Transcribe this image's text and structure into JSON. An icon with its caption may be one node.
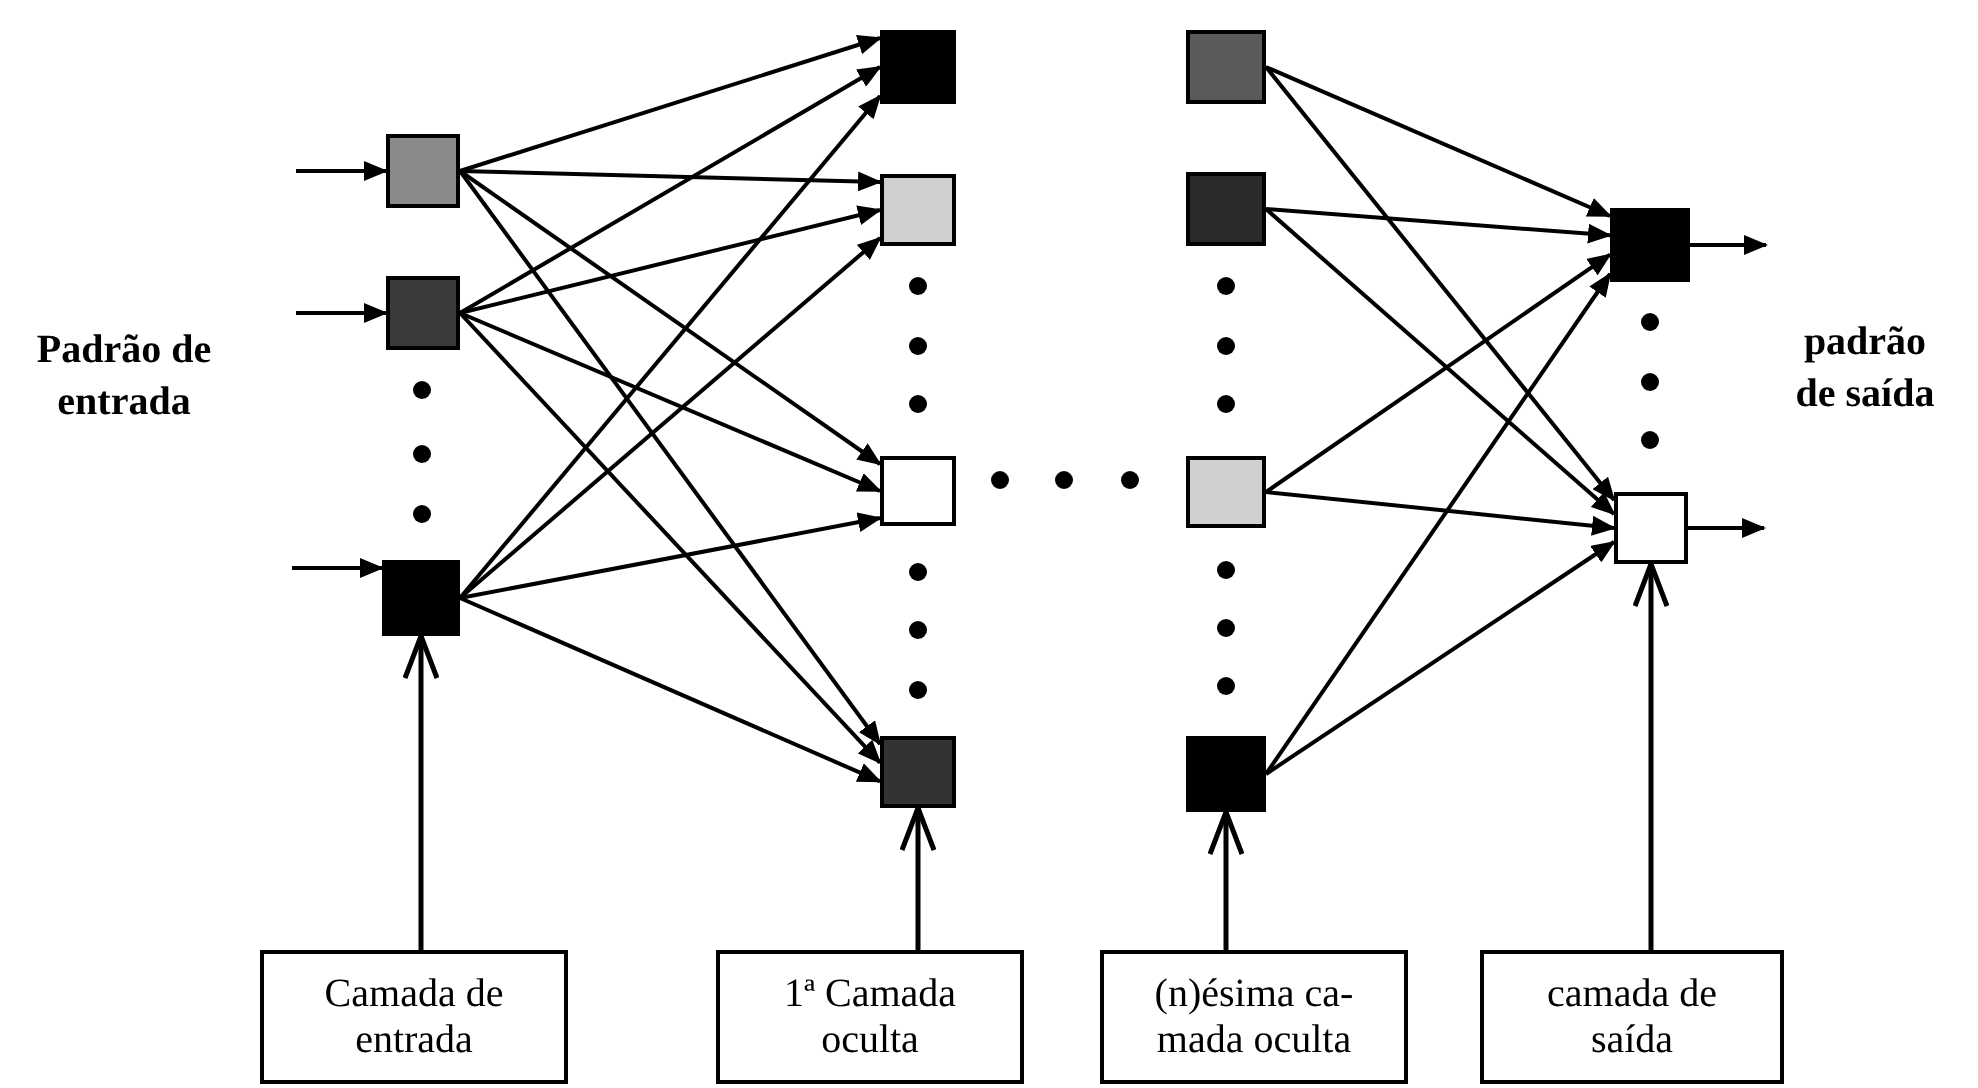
{
  "diagram": {
    "nodes": [
      {
        "text": [],
        "shape": "box"
      },
      {
        "text": [],
        "shape": "box"
      },
      {
        "text": [],
        "shape": "box"
      },
      {
        "text": [],
        "shape": "box"
      },
      {
        "text": [],
        "shape": "box"
      },
      {
        "text": [],
        "shape": "box"
      },
      {
        "text": [],
        "shape": "box"
      },
      {
        "text": [],
        "shape": "box"
      },
      {
        "text": [],
        "shape": "box"
      },
      {
        "text": [],
        "shape": "box"
      },
      {
        "text": [],
        "shape": "box"
      },
      {
        "text": [],
        "shape": "box"
      },
      {
        "text": [],
        "shape": "box"
      },
      {
        "text": [
          "Camada de entrada"
        ]
      },
      {
        "text": [
          "1ª Camada oculta"
        ]
      },
      {
        "text": [
          "(n)ésima ca-mada oculta"
        ]
      },
      {
        "text": [
          "camada de saída"
        ]
      }
    ],
    "edges": [
      {
        "from": null,
        "to": 0,
        "arrow": "to"
      },
      {
        "from": null,
        "to": 1,
        "arrow": "to"
      },
      {
        "from": null,
        "to": 2,
        "arrow": "to"
      },
      {
        "from": 0,
        "to": 3,
        "arrow": "to"
      },
      {
        "from": 0,
        "to": 4,
        "arrow": "to"
      },
      {
        "from": 0,
        "to": 5,
        "arrow": "to"
      },
      {
        "from": 0,
        "to": 6,
        "arrow": "to"
      },
      {
        "from": 1,
        "to": 3,
        "arrow": "to"
      },
      {
        "from": 1,
        "to": 4,
        "arrow": "to"
      },
      {
        "from": 1,
        "to": 5,
        "arrow": "to"
      },
      {
        "from": 1,
        "to": 6,
        "arrow": "to"
      },
      {
        "from": 2,
        "to": 3,
        "arrow": "to"
      },
      {
        "from": 2,
        "to": 4,
        "arrow": "to"
      },
      {
        "from": 2,
        "to": 5,
        "arrow": "to"
      },
      {
        "from": 2,
        "to": 6,
        "arrow": "to"
      },
      {
        "from": 7,
        "to": 11,
        "arrow": "to"
      },
      {
        "from": 7,
        "to": 12,
        "arrow": "to"
      },
      {
        "from": 8,
        "to": 11,
        "arrow": "to"
      },
      {
        "from": 8,
        "to": 12,
        "arrow": "to"
      },
      {
        "from": 9,
        "to": 11,
        "arrow": "to"
      },
      {
        "from": 9,
        "to": 12,
        "arrow": "to"
      },
      {
        "from": 10,
        "to": 11,
        "arrow": "to"
      },
      {
        "from": 10,
        "to": 12,
        "arrow": "to"
      },
      {
        "from": 11,
        "to": null,
        "arrow": "to"
      },
      {
        "from": 12,
        "to": null,
        "arrow": "to"
      },
      {
        "from": 13,
        "to": 2,
        "arrow": "to"
      },
      {
        "from": 14,
        "to": 6,
        "arrow": "to"
      },
      {
        "from": 15,
        "to": 10,
        "arrow": "to"
      },
      {
        "from": 16,
        "to": 12,
        "arrow": "to"
      }
    ],
    "labels": [
      "Padrão de entrada",
      "padrão de saída"
    ]
  }
}
